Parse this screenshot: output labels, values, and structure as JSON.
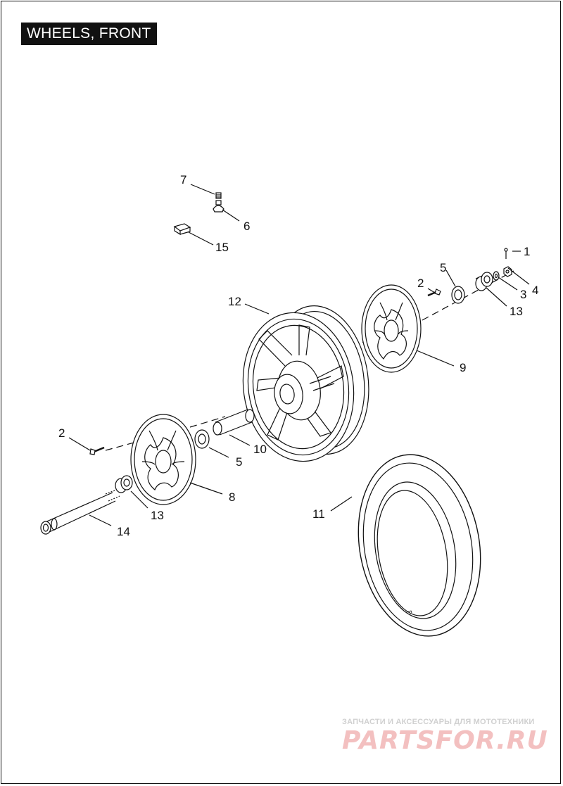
{
  "title": "WHEELS, FRONT",
  "callouts": {
    "c1": "1",
    "c2a": "2",
    "c2b": "2",
    "c3": "3",
    "c4": "4",
    "c5a": "5",
    "c5b": "5",
    "c6": "6",
    "c7": "7",
    "c8": "8",
    "c9": "9",
    "c10": "10",
    "c11": "11",
    "c12": "12",
    "c13a": "13",
    "c13b": "13",
    "c14": "14",
    "c15": "15"
  },
  "watermark": {
    "tagline": "ЗАПЧАСТИ И АКСЕССУАРЫ ДЛЯ МОТОТЕХНИКИ",
    "brand": "PARTSFOR.RU"
  },
  "colors": {
    "line": "#111111",
    "background": "#ffffff",
    "watermark_brand": "#f3c0c0",
    "watermark_text": "#d0d0d0"
  }
}
